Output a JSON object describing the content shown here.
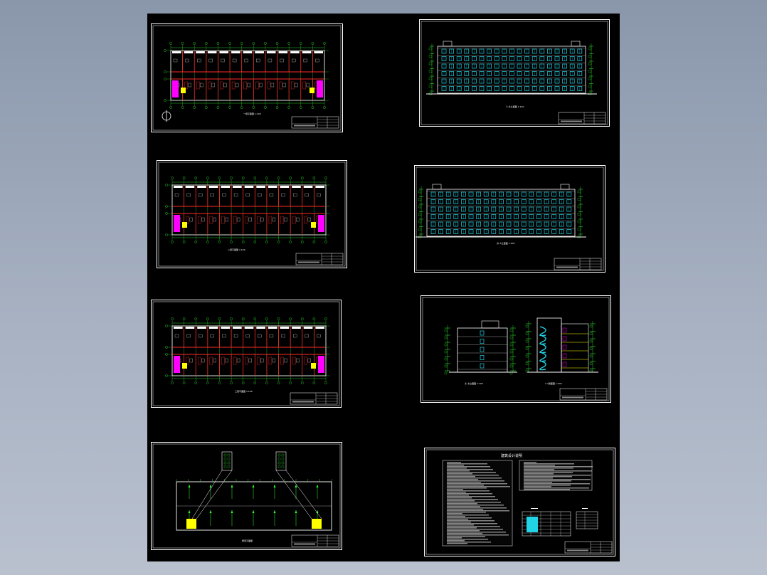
{
  "viewer": {
    "background_top": "#8a97ab",
    "background_bottom": "#b9c1cf",
    "canvas_color": "#000000"
  },
  "colors": {
    "frame": "#ffffff",
    "wall": "#ff2a2a",
    "axis": "#33ff33",
    "window": "#22d3e6",
    "stair_fill": "#ffff00",
    "toilet": "#ff00ff",
    "text": "#ffffff"
  },
  "sheets": [
    {
      "id": "floor-plan-1",
      "kind": "floor-plan",
      "north_arrow": true
    },
    {
      "id": "elevation-front",
      "kind": "elevation"
    },
    {
      "id": "floor-plan-2",
      "kind": "floor-plan"
    },
    {
      "id": "elevation-rear",
      "kind": "elevation"
    },
    {
      "id": "floor-plan-3",
      "kind": "floor-plan"
    },
    {
      "id": "side-elevation-section",
      "kind": "section"
    },
    {
      "id": "roof-plan",
      "kind": "roof-plan",
      "caption": "屋顶平面图"
    },
    {
      "id": "design-notes",
      "kind": "notes",
      "heading": "建筑设计说明"
    }
  ]
}
